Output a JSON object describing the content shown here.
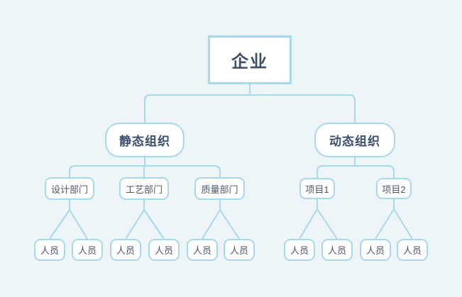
{
  "diagram": {
    "type": "org-chart",
    "colors": {
      "background": "#edf5f9",
      "node-fill": "#ffffff",
      "line": "#a6d9ec",
      "heading-text": "#3d4d6d",
      "node-text": "#4c5870"
    },
    "root": {
      "label": "企业"
    },
    "branches": [
      {
        "label": "静态组织",
        "children": [
          {
            "label": "设计部门",
            "members": [
              "人员",
              "人员"
            ]
          },
          {
            "label": "工艺部门",
            "members": [
              "人员",
              "人员"
            ]
          },
          {
            "label": "质量部门",
            "members": [
              "人员",
              "人员"
            ]
          }
        ]
      },
      {
        "label": "动态组织",
        "children": [
          {
            "label": "项目1",
            "members": [
              "人员",
              "人员"
            ]
          },
          {
            "label": "项目2",
            "members": [
              "人员",
              "人员"
            ]
          }
        ]
      }
    ]
  }
}
